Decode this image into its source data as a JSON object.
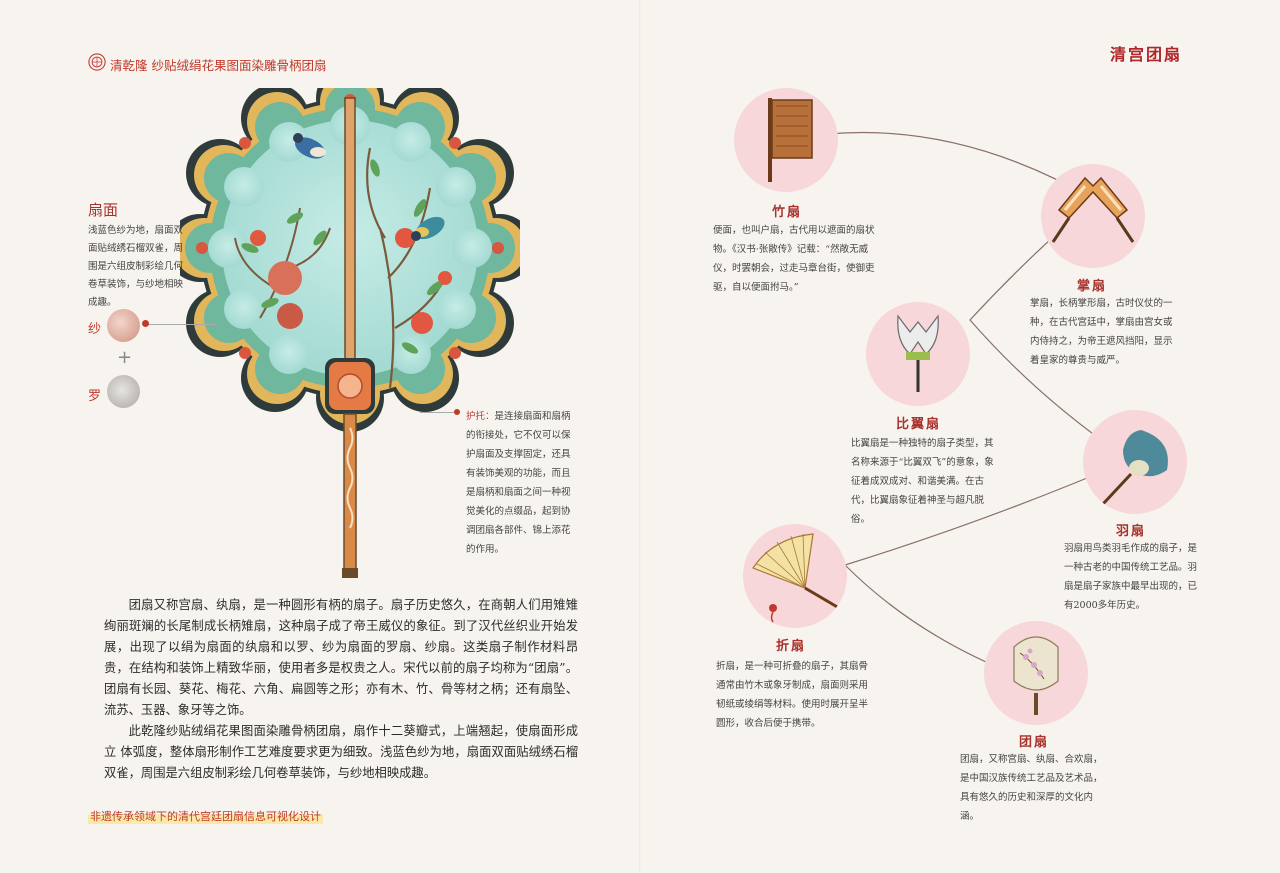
{
  "header": {
    "title": "清乾隆 纱贴绒绢花果图面染雕骨柄团扇",
    "right_title": "清宫团扇"
  },
  "fan_face": {
    "label": "扇面",
    "text": "浅蓝色纱为地，扇面双面贴绒绣石榴双雀，周围是六组皮制彩绘几何卷草装饰，与纱地相映成趣。"
  },
  "materials": {
    "sha": "纱",
    "plus": "+",
    "luo": "罗"
  },
  "hutuo": {
    "label": "护托：",
    "text": "是连接扇面和扇柄的衔接处，它不仅可以保护扇面及支撑固定，还具有装饰美观的功能，而且是扇柄和扇面之间一种视觉美化的点缀品，起到协调团扇各部件、锦上添花的作用。"
  },
  "paragraphs": [
    "团扇又称宫扇、纨扇，是一种圆形有柄的扇子。扇子历史悠久，在商朝人们用雉雉绚丽斑斓的长尾制成长柄雉扇，这种扇子成了帝王威仪的象征。到了汉代丝织业开始发展，出现了以绢为扇面的纨扇和以罗、纱为扇面的罗扇、纱扇。这类扇子制作材料昂贵，在结构和装饰上精致华丽，使用者多是权贵之人。宋代以前的扇子均称为“团扇”。团扇有长园、葵花、梅花、六角、扁圆等之形；亦有木、竹、骨等材之柄；还有扇坠、流苏、玉器、象牙等之饰。",
    "此乾隆纱贴绒绢花果图面染雕骨柄团扇，扇作十二葵瓣式，上端翘起，使扇面形成立 体弧度，整体扇形制作工艺难度要求更为细致。浅蓝色纱为地，扇面双面贴绒绣石榴双雀，周围是六组皮制彩绘几何卷草装饰，与纱地相映成趣。"
  ],
  "footer": "非遗传承领域下的清代宫廷团扇信息可视化设计",
  "fan_types": [
    {
      "id": "zhu",
      "name": "竹扇",
      "desc": "便面，也叫户扇，古代用以遮面的扇状物。《汉书·张敞传》记载：“然敞无威仪，时罢朝会，过走马章台街，使御吏驱，自以便面拊马。”",
      "icon": "bamboo-fan-icon"
    },
    {
      "id": "zhang",
      "name": "掌扇",
      "desc": "掌扇，长柄掌形扇，古时仪仗的一种，在古代宫廷中，掌扇由宫女或内侍持之，为帝王遮风挡阳，显示着皇家的尊贵与威严。",
      "icon": "palm-fan-icon"
    },
    {
      "id": "biyi",
      "name": "比翼扇",
      "desc": "比翼扇是一种独特的扇子类型，其名称来源于“比翼双飞”的意象，象征着成双成对、和谐美满。在古代，比翼扇象征着神圣与超凡脱俗。",
      "icon": "winged-fan-icon"
    },
    {
      "id": "yu",
      "name": "羽扇",
      "desc": "羽扇用鸟类羽毛作成的扇子，是一种古老的中国传统工艺品。羽扇是扇子家族中最早出现的，已有2000多年历史。",
      "icon": "feather-fan-icon"
    },
    {
      "id": "zhe",
      "name": "折扇",
      "desc": "折扇，是一种可折叠的扇子，其扇骨通常由竹木或象牙制成，扇面则采用韧纸或绫绢等材料。使用时展开呈半圆形，收合后便于携带。",
      "icon": "folding-fan-icon"
    },
    {
      "id": "tuan",
      "name": "团扇",
      "desc": "团扇，又称宫扇、纨扇、合欢扇，是中国汉族传统工艺品及艺术品，具有悠久的历史和深厚的文化内涵。",
      "icon": "round-fan-icon"
    }
  ]
}
